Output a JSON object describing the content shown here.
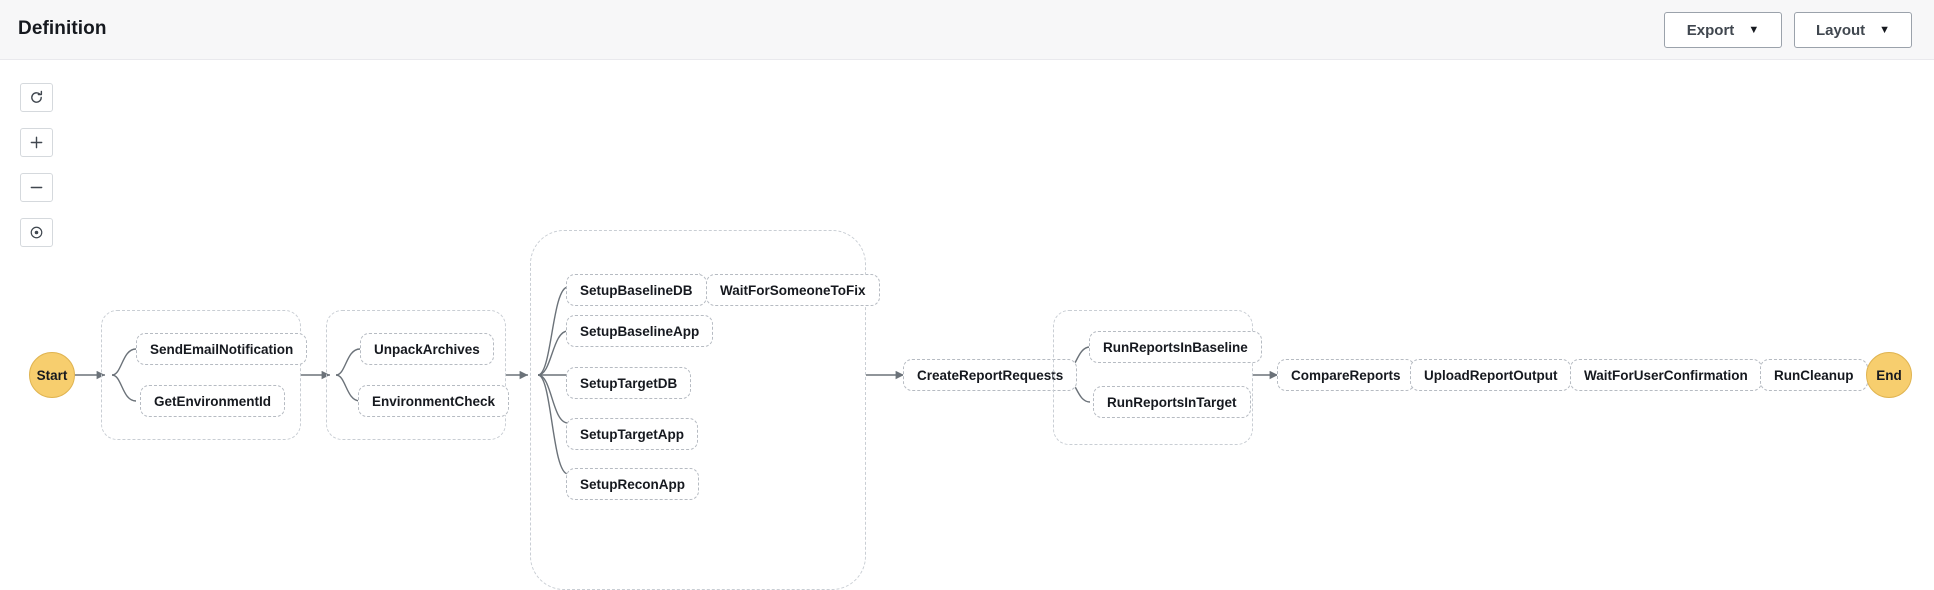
{
  "header": {
    "title": "Definition",
    "buttons": [
      {
        "label": "Export",
        "icon": "chevron-down-icon"
      },
      {
        "label": "Layout",
        "icon": "chevron-down-icon"
      }
    ]
  },
  "toolbar": {
    "buttons": [
      {
        "name": "refresh-icon",
        "title": "Refresh"
      },
      {
        "name": "zoom-in-icon",
        "title": "Zoom in"
      },
      {
        "name": "zoom-out-icon",
        "title": "Zoom out"
      },
      {
        "name": "center-focus-icon",
        "title": "Fit to screen"
      }
    ]
  },
  "graph": {
    "start": "Start",
    "end": "End",
    "nodes": [
      {
        "id": "sendEmailNotification",
        "label": "SendEmailNotification"
      },
      {
        "id": "getEnvironmentId",
        "label": "GetEnvironmentId"
      },
      {
        "id": "unpackArchives",
        "label": "UnpackArchives"
      },
      {
        "id": "environmentCheck",
        "label": "EnvironmentCheck"
      },
      {
        "id": "setupBaselineDB",
        "label": "SetupBaselineDB"
      },
      {
        "id": "waitForSomeoneToFix",
        "label": "WaitForSomeoneToFix"
      },
      {
        "id": "setupBaselineApp",
        "label": "SetupBaselineApp"
      },
      {
        "id": "setupTargetDB",
        "label": "SetupTargetDB"
      },
      {
        "id": "setupTargetApp",
        "label": "SetupTargetApp"
      },
      {
        "id": "setupReconApp",
        "label": "SetupReconApp"
      },
      {
        "id": "createReportRequests",
        "label": "CreateReportRequests"
      },
      {
        "id": "runReportsInBaseline",
        "label": "RunReportsInBaseline"
      },
      {
        "id": "runReportsInTarget",
        "label": "RunReportsInTarget"
      },
      {
        "id": "compareReports",
        "label": "CompareReports"
      },
      {
        "id": "uploadReportOutput",
        "label": "UploadReportOutput"
      },
      {
        "id": "waitForUserConfirmation",
        "label": "WaitForUserConfirmation"
      },
      {
        "id": "runCleanup",
        "label": "RunCleanup"
      }
    ],
    "groups": [
      {
        "id": "group-notify",
        "members": [
          "sendEmailNotification",
          "getEnvironmentId"
        ]
      },
      {
        "id": "group-prepare",
        "members": [
          "unpackArchives",
          "environmentCheck"
        ]
      },
      {
        "id": "group-setup",
        "members": [
          "setupBaselineDB",
          "waitForSomeoneToFix",
          "setupBaselineApp",
          "setupTargetDB",
          "setupTargetApp",
          "setupReconApp"
        ]
      },
      {
        "id": "group-reports",
        "members": [
          "runReportsInBaseline",
          "runReportsInTarget"
        ]
      }
    ]
  },
  "colors": {
    "terminal_fill": "#f7ce6e",
    "terminal_border": "#e0b451",
    "node_border": "#b6bbc2",
    "group_border": "#c9ced4",
    "edge": "#6b7279",
    "header_bg": "#f7f7f8",
    "canvas_bg": "#ffffff"
  }
}
